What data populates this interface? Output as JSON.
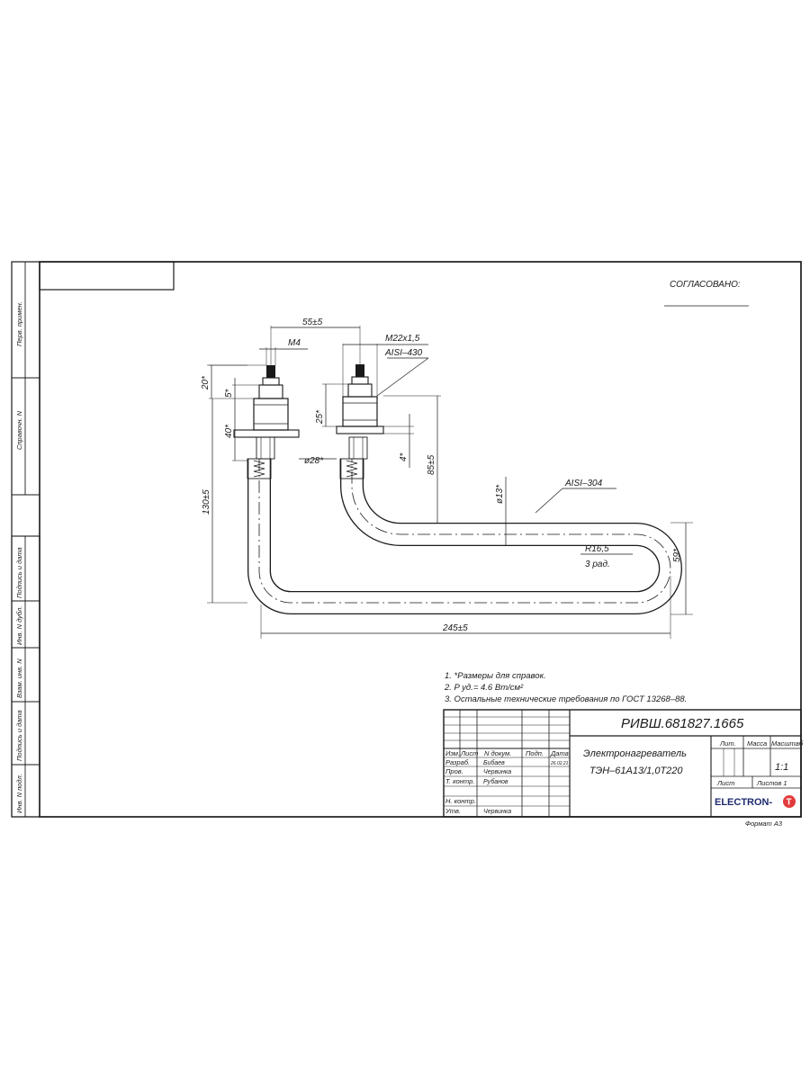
{
  "approval": {
    "label": "СОГЛАСОВАНО:"
  },
  "side_strip": {
    "labels": [
      "Перв. примен.",
      "Справочн. N",
      "Подпись и дата",
      "Инв. N дубл.",
      "Взам. инв. N",
      "Подпись и дата",
      "Инв. N подл."
    ]
  },
  "dimensions": {
    "terminal_spacing": "55±5",
    "thread_small": "M4",
    "thread_large": "M22x1,5",
    "fitting_material": "AISI–430",
    "tube_material": "AISI–304",
    "stud_len": "20*",
    "nut_h": "5*",
    "fitting_h": "40*",
    "fitting_h2": "25*",
    "flange_dia": "ø28*",
    "flange_t": "4*",
    "left_height": "130±5",
    "right_height": "85±5",
    "tube_dia": "ø13*",
    "bend_radius": "R16,5",
    "bend_count": "3 рад.",
    "loop_height": "59*",
    "total_length": "245±5"
  },
  "notes": [
    "1.  *Размеры для справок.",
    "2.  P уд.=  4.6  Вт/см²",
    "3.  Остальные  технические  требования  по  ГОСТ  13268–88."
  ],
  "title_block": {
    "doc_number": "РИВШ.681827.1665",
    "name_line1": "Электронагреватель",
    "name_line2": "ТЭН–61А13/1,0Т220",
    "col_headers": {
      "izm": "Изм.",
      "list": "Лист",
      "doc": "N докум.",
      "sign": "Подп.",
      "date": "Дата"
    },
    "roles": [
      {
        "role": "Разраб.",
        "name": "Бибаев",
        "date": "26.02.21"
      },
      {
        "role": "Пров.",
        "name": "Червинка",
        "date": ""
      },
      {
        "role": "Т. контр.",
        "name": "Рубанов",
        "date": ""
      },
      {
        "role": "",
        "name": "",
        "date": ""
      },
      {
        "role": "Н. контр.",
        "name": "",
        "date": ""
      },
      {
        "role": "Утв.",
        "name": "Червинка",
        "date": ""
      }
    ],
    "lit_label": "Лит.",
    "mass_label": "Масса",
    "scale_label": "Масштаб",
    "scale": "1:1",
    "sheet_label": "Лист",
    "sheets_label": "Листов  1",
    "company": "ELECTRON-",
    "company_mark": "T"
  },
  "format_label": "Формат  А3"
}
